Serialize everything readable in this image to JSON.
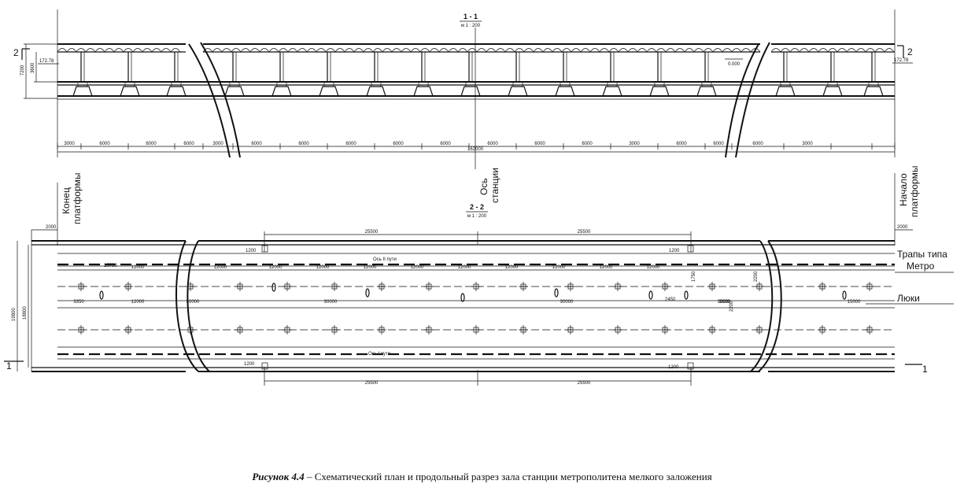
{
  "caption": {
    "figure": "Рисунок 4.4",
    "dash": " – ",
    "text": "Схематический план и продольный разрез зала станции метрополитена мелкого заложения"
  },
  "section_1": {
    "title": "1 - 1",
    "scale": "м 1 : 200",
    "marker_left": "2",
    "marker_right": "2",
    "elev_left": "172.78",
    "elev_right": "172.78",
    "elev_mid": "0.000",
    "height_outer": "7200",
    "height_inner": "3600",
    "spans": [
      "3000",
      "6000",
      "6000",
      "6000",
      "3000",
      "6000",
      "6000",
      "6000",
      "6000",
      "6000",
      "6000",
      "6000",
      "6000",
      "3000",
      "6000",
      "6000",
      "6000",
      "3000"
    ],
    "total": "162000"
  },
  "axis_label": {
    "line1": "Ось",
    "line2": "станции"
  },
  "platform_end": {
    "line1": "Конец",
    "line2": "платформы"
  },
  "platform_start": {
    "line1": "Начало",
    "line2": "платформы"
  },
  "section_2": {
    "title": "2 - 2",
    "scale": "м 1 : 200",
    "marker_left": "1",
    "marker_right": "1",
    "width_total": "19800",
    "width_inner": "18800",
    "dim_2000_left": "2000",
    "dim_2000_right": "2000",
    "top_spans": [
      "25500",
      "25500"
    ],
    "bottom_spans": [
      "25500",
      "25500"
    ],
    "d1200": [
      "1200",
      "1200",
      "1200",
      "1200"
    ],
    "row1": [
      "12000",
      "12000",
      "12000",
      "12000",
      "12000",
      "12000",
      "12000",
      "12000",
      "12000",
      "12000",
      "12000"
    ],
    "row1_small": "15750",
    "row2": [
      "3350",
      "12000",
      "30000",
      "30000",
      "30000",
      "30000",
      "15000"
    ],
    "misc": [
      "2450",
      "3600",
      "1750",
      "2200",
      "2200"
    ],
    "note_top": "Ось II пути",
    "note_bottom": "Ось I пути"
  },
  "labels_right": {
    "tracks": "Трапы типа",
    "tracks2": "Метро",
    "hatches": "Люки"
  }
}
